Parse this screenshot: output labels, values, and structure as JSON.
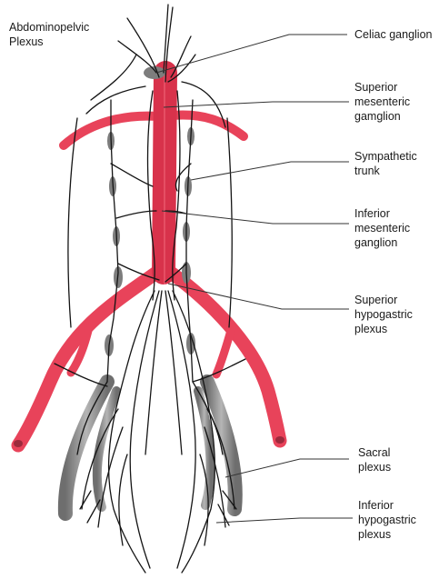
{
  "title": "Abdominopelvic\nPlexus",
  "labels": {
    "celiac": "Celiac ganglion",
    "superior_mesenteric": "Superior\nmesenteric\ngamglion",
    "sympathetic_trunk": "Sympathetic\ntrunk",
    "inferior_mesenteric": "Inferior\nmesenteric\nganglion",
    "superior_hypogastric": "Superior\nhypogastric\nplexus",
    "sacral": "Sacral\nplexus",
    "inferior_hypogastric": "Inferior\nhypogastric\nplexus"
  },
  "colors": {
    "artery": "#e8435a",
    "artery_dark": "#c0293f",
    "nerve": "#141414",
    "ganglion": "#7d7d7d",
    "sacral": "#8c8c8c",
    "leader": "#333333"
  }
}
